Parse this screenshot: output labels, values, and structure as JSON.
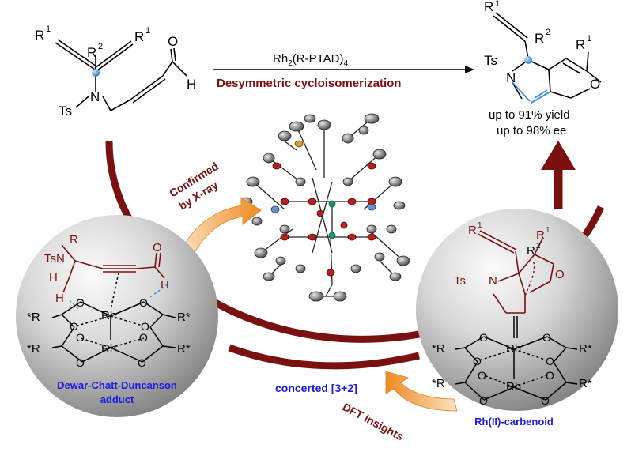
{
  "reaction": {
    "catalyst_main": "Rh",
    "catalyst_sub": "2",
    "catalyst_rest": "(R-PTAD)",
    "catalyst_sub2": "4",
    "title": "Desymmetric cycloisomerization"
  },
  "substrate": {
    "r1_left": "R",
    "r1_left_sup": "1",
    "r2": "R",
    "r2_sup": "2",
    "r1_right": "R",
    "r1_right_sup": "1",
    "n_label": "N",
    "ts_label": "Ts",
    "o_label": "O",
    "h_label": "H"
  },
  "product": {
    "r1_top": "R",
    "r1_top_sup": "1",
    "r2": "R",
    "r2_sup": "2",
    "r1_right": "R",
    "r1_right_sup": "1",
    "ts_label": "Ts",
    "n_label": "N",
    "o_label": "O",
    "yield_text": "up to 91% yield",
    "ee_text": "up to 98% ee"
  },
  "xray": {
    "label_line1": "Confirmed",
    "label_line2": "by X-ray"
  },
  "left_sphere": {
    "tsn": "TsN",
    "r": "R",
    "o_top": "O",
    "h_top": "H",
    "h_left": "H",
    "h_low": "H",
    "rh_top": "Rh",
    "rh_bottom": "Rh",
    "o_labels": [
      "O",
      "O",
      "O",
      "O",
      "O",
      "O",
      "O",
      "O"
    ],
    "r_star_tl": "*R",
    "r_star_tr": "R*",
    "r_star_bl": "*R",
    "r_star_br": "R*",
    "caption_line1": "Dewar-Chatt-Duncanson",
    "caption_line2": "adduct"
  },
  "right_sphere": {
    "r1_top": "R",
    "r1_top_sup": "1",
    "r2": "R",
    "r2_sup": "2",
    "r1_right": "R",
    "r1_right_sup": "1",
    "ts": "Ts",
    "n": "N",
    "o_ring": "O",
    "rh_top": "Rh",
    "rh_bottom": "Rh",
    "o_labels": [
      "O",
      "O",
      "O",
      "O",
      "O",
      "O",
      "O",
      "O"
    ],
    "r_star_tl": "*R",
    "r_star_tr": "R*",
    "r_star_bl": "*R",
    "r_star_br": "R*",
    "caption": "Rh(II)-carbenoid"
  },
  "mechanism": {
    "concerted": "concerted [3+2]",
    "dft": "DFT insights"
  },
  "colors": {
    "maroon": "#7a1010",
    "arrow_orange": "#f39a3a",
    "blue_text": "#1a1ae6",
    "sphere_light": "#f4f4f4",
    "sphere_dark": "#8a8a8a",
    "atom_blue": "#4f9be0"
  }
}
